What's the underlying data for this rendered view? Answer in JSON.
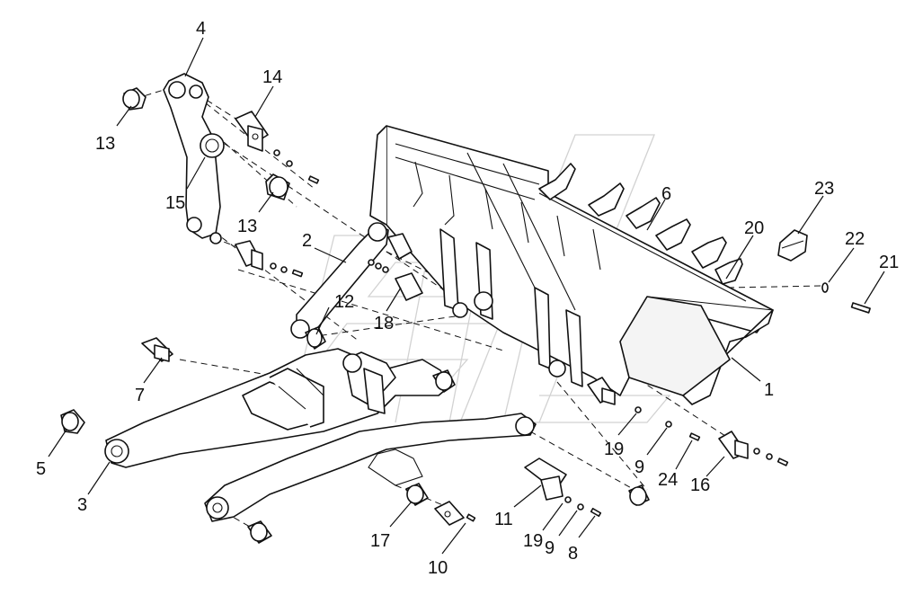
{
  "diagram": {
    "callouts": [
      {
        "id": "c1",
        "label": "1"
      },
      {
        "id": "c2",
        "label": "2"
      },
      {
        "id": "c3",
        "label": "3"
      },
      {
        "id": "c4",
        "label": "4"
      },
      {
        "id": "c5",
        "label": "5"
      },
      {
        "id": "c6",
        "label": "6"
      },
      {
        "id": "c7",
        "label": "7"
      },
      {
        "id": "c8",
        "label": "8"
      },
      {
        "id": "c9a",
        "label": "9"
      },
      {
        "id": "c9b",
        "label": "9"
      },
      {
        "id": "c10",
        "label": "10"
      },
      {
        "id": "c11",
        "label": "11"
      },
      {
        "id": "c12",
        "label": "12"
      },
      {
        "id": "c13a",
        "label": "13"
      },
      {
        "id": "c13b",
        "label": "13"
      },
      {
        "id": "c14",
        "label": "14"
      },
      {
        "id": "c15",
        "label": "15"
      },
      {
        "id": "c16",
        "label": "16"
      },
      {
        "id": "c17",
        "label": "17"
      },
      {
        "id": "c18",
        "label": "18"
      },
      {
        "id": "c19a",
        "label": "19"
      },
      {
        "id": "c19b",
        "label": "19"
      },
      {
        "id": "c20",
        "label": "20"
      },
      {
        "id": "c21",
        "label": "21"
      },
      {
        "id": "c22",
        "label": "22"
      },
      {
        "id": "c23",
        "label": "23"
      },
      {
        "id": "c24",
        "label": "24"
      }
    ]
  },
  "colors": {
    "line": "#111111",
    "watermark": "#d2d2d2",
    "background": "#ffffff"
  }
}
